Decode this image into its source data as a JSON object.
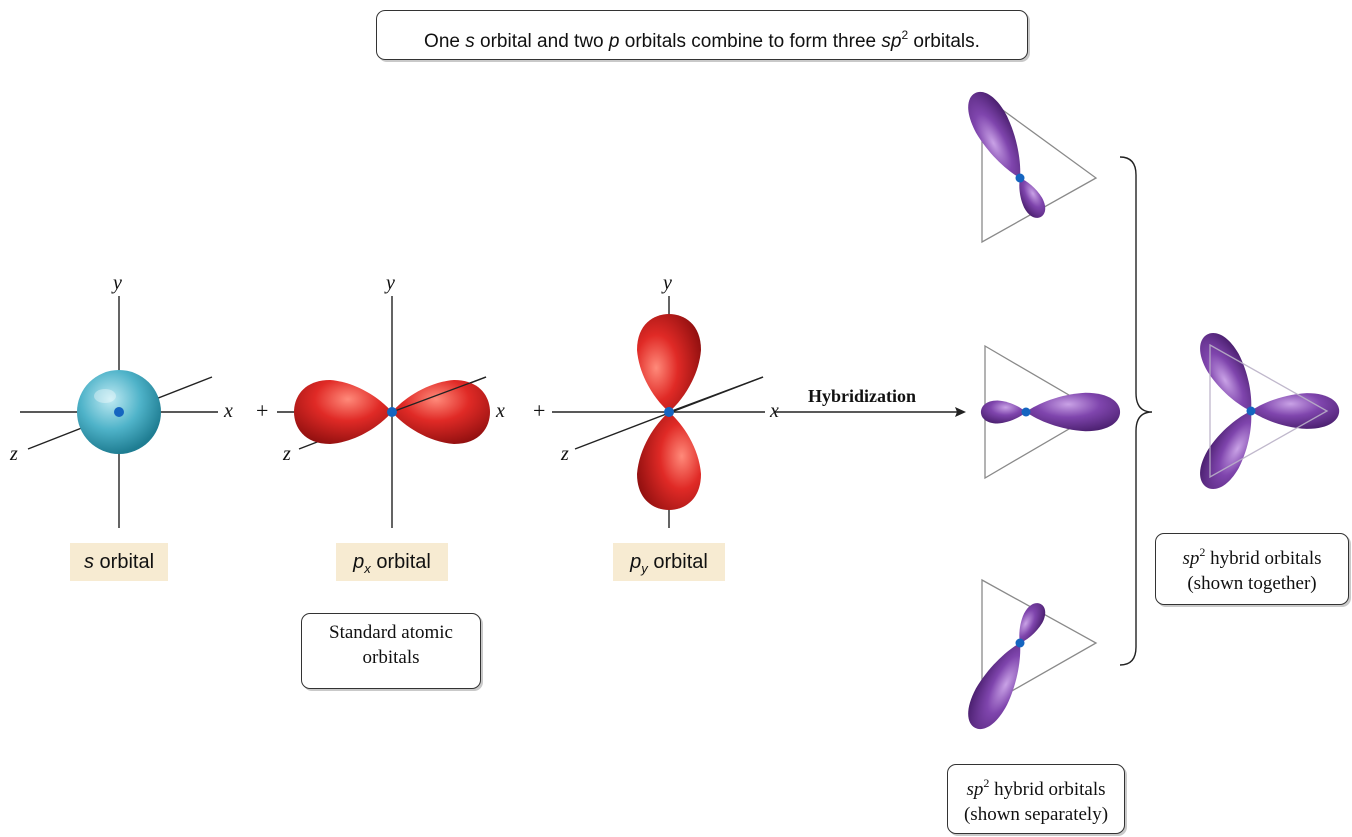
{
  "callout": {
    "part1": "One ",
    "s": "s",
    "part2": " orbital and two ",
    "p": "p",
    "part3": " orbitals combine to form three ",
    "sp": "sp",
    "sup": "2",
    "part4": " orbitals."
  },
  "axes": {
    "x": "x",
    "y": "y",
    "z": "z"
  },
  "plus": "+",
  "labels": {
    "s_orbital": {
      "italic": "s",
      "text": " orbital"
    },
    "px_orbital": {
      "italic": "p",
      "sub": "x",
      "text": " orbital"
    },
    "py_orbital": {
      "italic": "p",
      "sub": "y",
      "text": " orbital"
    }
  },
  "standard_box": {
    "line1": "Standard atomic",
    "line2": "orbitals"
  },
  "arrow_label": "Hybridization",
  "separate_box": {
    "sp": "sp",
    "sup": "2",
    "line1_rest": " hybrid orbitals",
    "line2": "(shown separately)"
  },
  "together_box": {
    "sp": "sp",
    "sup": "2",
    "line1_rest": " hybrid orbitals",
    "line2": "(shown together)"
  },
  "colors": {
    "s_orbital": "#4fb3c9",
    "p_orbital": "#d92b2b",
    "hybrid": "#7b43a8",
    "nucleus": "#1565c0",
    "label_bg": "#f7ebd2"
  }
}
